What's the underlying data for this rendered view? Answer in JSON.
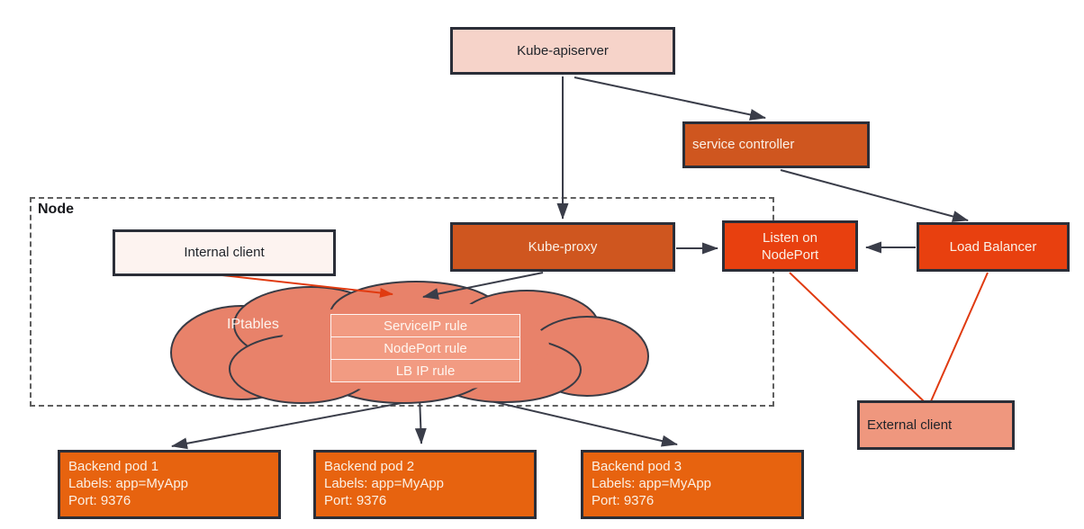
{
  "nodes": {
    "kube_apiserver": {
      "label": "Kube-apiserver"
    },
    "service_controller": {
      "label": "service controller"
    },
    "node_boundary": {
      "label": "Node"
    },
    "internal_client": {
      "label": "Internal client"
    },
    "kube_proxy": {
      "label": "Kube-proxy"
    },
    "listen_on_nodeport": {
      "label_line1": "Listen on",
      "label_line2": "NodePort"
    },
    "load_balancer": {
      "label": "Load Balancer"
    },
    "iptables": {
      "label": "IPtables",
      "rules": [
        "ServiceIP rule",
        "NodePort rule",
        "LB IP rule"
      ]
    },
    "external_client": {
      "label": "External client"
    },
    "backend_pods": [
      {
        "name": "Backend pod 1",
        "labels": "Labels: app=MyApp",
        "port": "Port: 9376"
      },
      {
        "name": "Backend pod 2",
        "labels": "Labels: app=MyApp",
        "port": "Port: 9376"
      },
      {
        "name": "Backend pod 3",
        "labels": "Labels: app=MyApp",
        "port": "Port: 9376"
      }
    ]
  },
  "colors": {
    "box_light_pink": "#f6d3c9",
    "box_pale_pink": "#fdf3f0",
    "box_burnt_orange": "#cf561f",
    "box_bright_orange": "#e7630f",
    "box_red_orange": "#e8400f",
    "box_salmon": "#ef977e",
    "cloud_fill": "#e8826a",
    "cloud_rule_fill": "#f29b82",
    "connector_dark": "#3a3d49",
    "connector_red": "#e03a10",
    "border_dark": "#2b2e38"
  }
}
